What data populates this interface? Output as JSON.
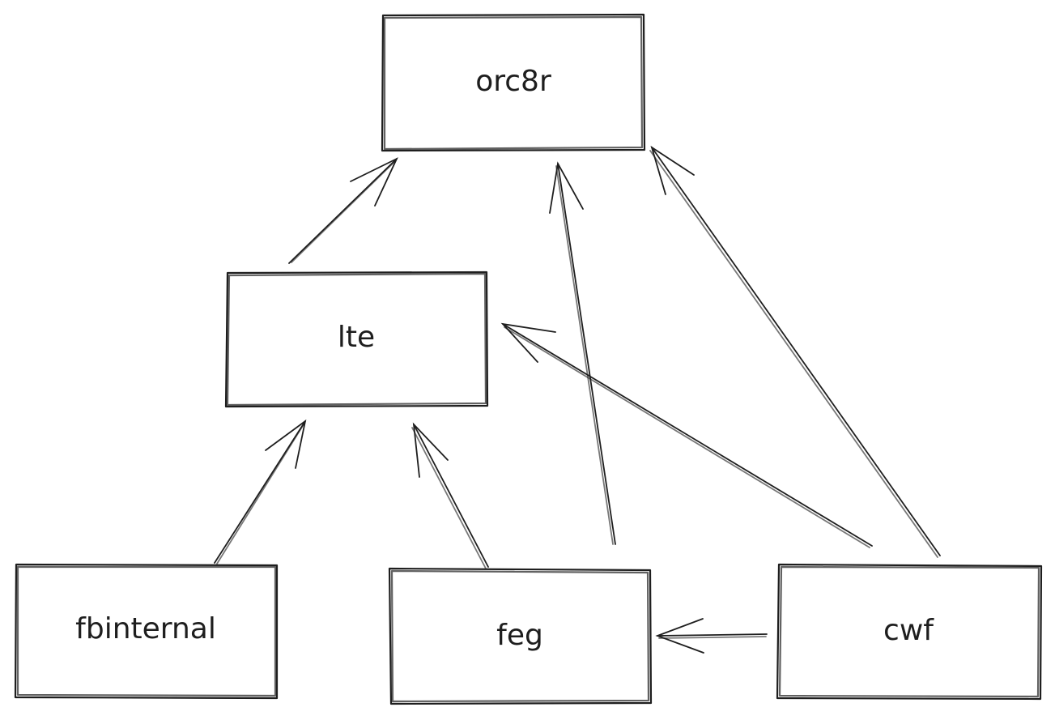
{
  "nodes": {
    "orc8r": {
      "label": "orc8r"
    },
    "lte": {
      "label": "lte"
    },
    "fbinternal": {
      "label": "fbinternal"
    },
    "feg": {
      "label": "feg"
    },
    "cwf": {
      "label": "cwf"
    }
  },
  "edges": [
    {
      "from": "lte",
      "to": "orc8r"
    },
    {
      "from": "feg",
      "to": "orc8r"
    },
    {
      "from": "cwf",
      "to": "orc8r"
    },
    {
      "from": "fbinternal",
      "to": "lte"
    },
    {
      "from": "feg",
      "to": "lte"
    },
    {
      "from": "cwf",
      "to": "lte"
    },
    {
      "from": "cwf",
      "to": "feg"
    }
  ],
  "colors": {
    "stroke": "#1e1e1e",
    "background": "#ffffff"
  }
}
